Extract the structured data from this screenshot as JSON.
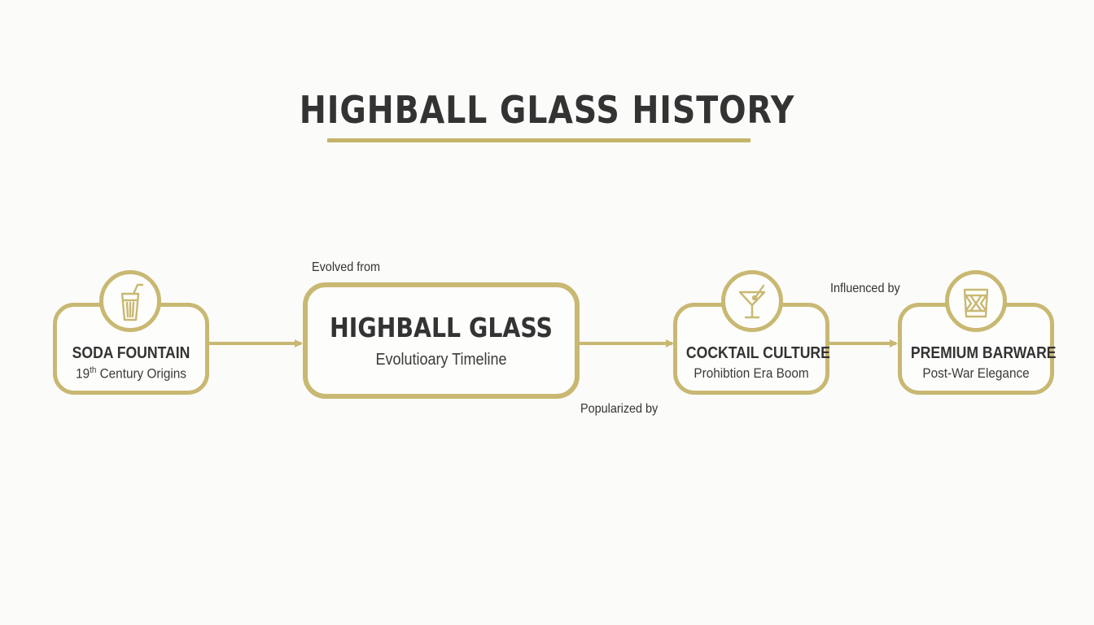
{
  "title": "HIGHBALL GLASS HISTORY",
  "colors": {
    "accent": "#c8b872",
    "text": "#333333",
    "background": "#fbfbf9"
  },
  "nodes": {
    "soda_fountain": {
      "title": "SODA FOUNTAIN",
      "subtitle_base": "19",
      "subtitle_sup": "th",
      "subtitle_rest": " Century Origins",
      "icon": "soda-glass-with-straw-icon"
    },
    "highball_glass": {
      "title": "HIGHBALL GLASS",
      "subtitle": "Evolutioary Timeline"
    },
    "cocktail_culture": {
      "title": "COCKTAIL CULTURE",
      "subtitle": "Prohibtion Era Boom",
      "icon": "martini-glass-icon"
    },
    "premium_barware": {
      "title": "PREMIUM BARWARE",
      "subtitle": "Post-War Elegance",
      "icon": "crystal-tumbler-icon"
    }
  },
  "edge_labels": {
    "evolved_from": "Evolved from",
    "popularized_by": "Popularized by",
    "influenced_by": "Influenced by"
  }
}
